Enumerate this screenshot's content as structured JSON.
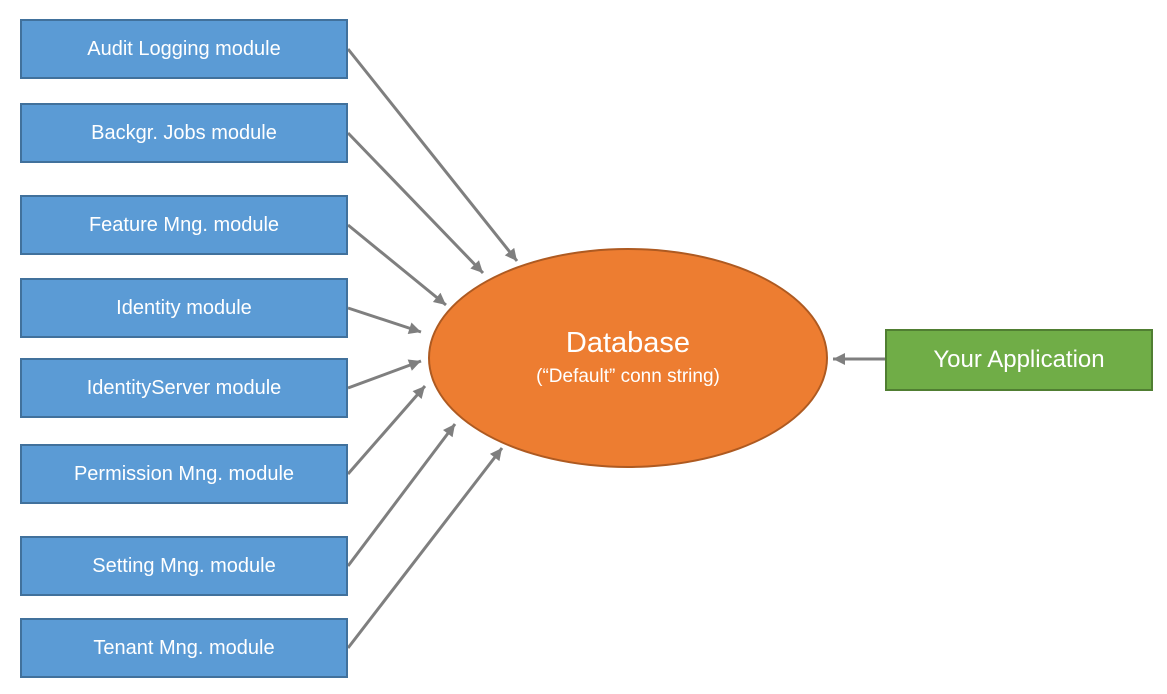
{
  "diagram": {
    "modules": [
      {
        "id": "audit-logging",
        "label": "Audit Logging module"
      },
      {
        "id": "backgr-jobs",
        "label": "Backgr. Jobs module"
      },
      {
        "id": "feature-mng",
        "label": "Feature Mng. module"
      },
      {
        "id": "identity",
        "label": "Identity module"
      },
      {
        "id": "identityserver",
        "label": "IdentityServer module"
      },
      {
        "id": "permission-mng",
        "label": "Permission Mng. module"
      },
      {
        "id": "setting-mng",
        "label": "Setting Mng. module"
      },
      {
        "id": "tenant-mng",
        "label": "Tenant Mng. module"
      }
    ],
    "database": {
      "title": "Database",
      "subtitle": "(“Default” conn string)"
    },
    "application": {
      "label": "Your Application"
    },
    "connections": [
      {
        "from": "audit-logging-module",
        "to": "database"
      },
      {
        "from": "backgr-jobs-module",
        "to": "database"
      },
      {
        "from": "feature-mng-module",
        "to": "database"
      },
      {
        "from": "identity-module",
        "to": "database"
      },
      {
        "from": "identityserver-module",
        "to": "database"
      },
      {
        "from": "permission-mng-module",
        "to": "database"
      },
      {
        "from": "setting-mng-module",
        "to": "database"
      },
      {
        "from": "tenant-mng-module",
        "to": "database"
      },
      {
        "from": "your-application",
        "to": "database"
      }
    ],
    "colors": {
      "module_fill": "#5B9BD5",
      "module_border": "#41719C",
      "database_fill": "#ED7D31",
      "database_border": "#AE5A21",
      "application_fill": "#70AD47",
      "application_border": "#507E32",
      "arrow": "#7F7F7F",
      "text": "#FFFFFF",
      "background": "#FFFFFF"
    }
  }
}
